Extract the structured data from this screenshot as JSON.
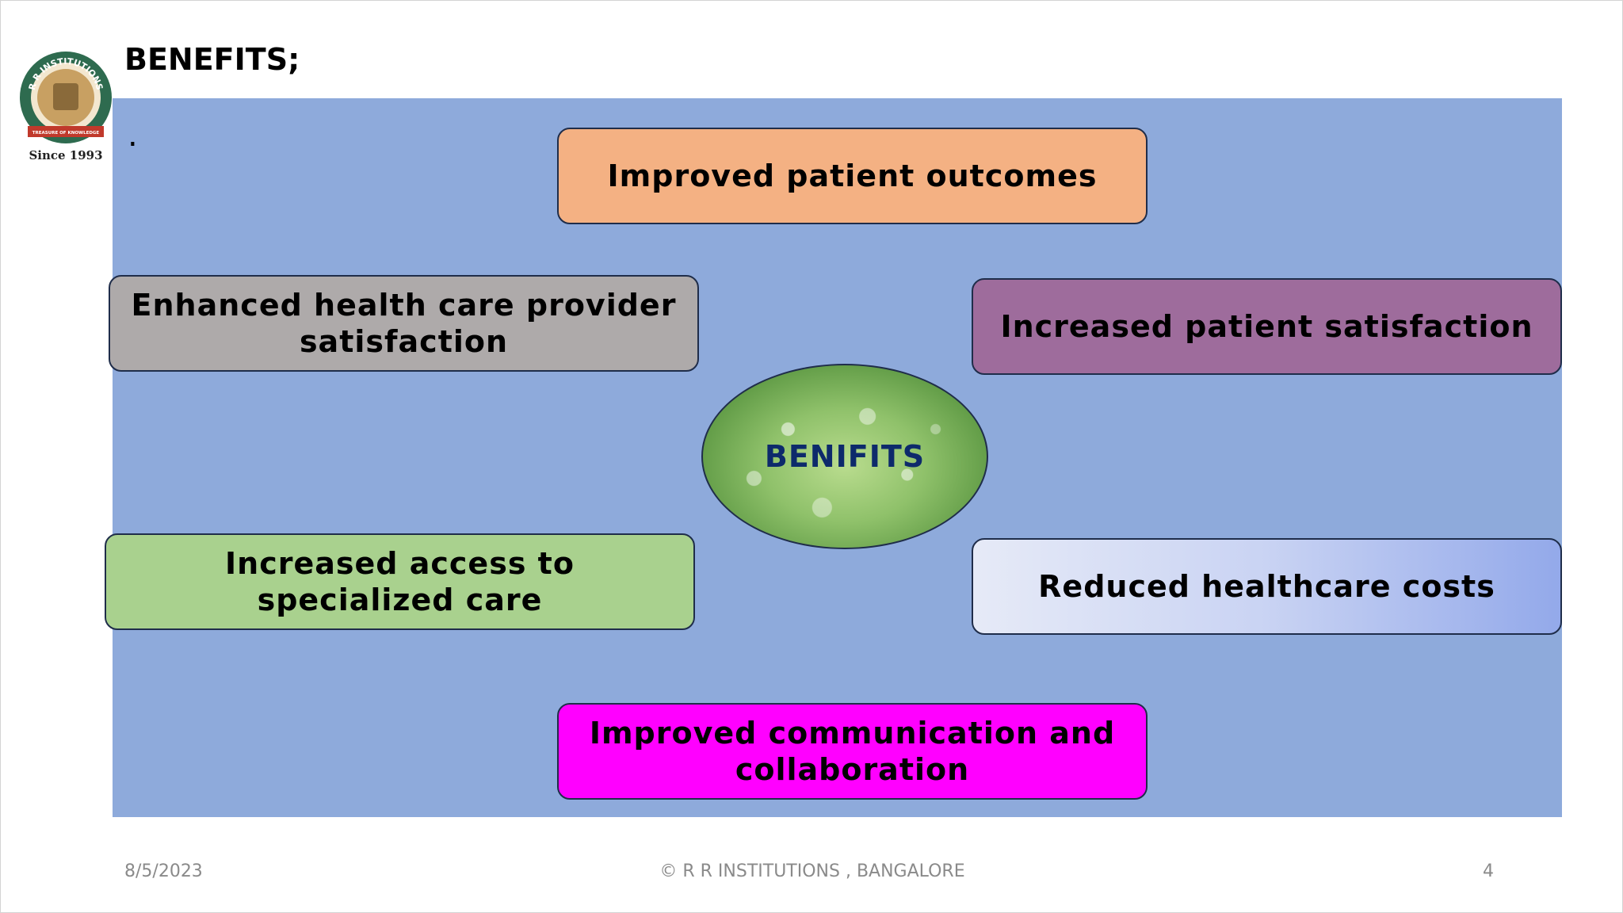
{
  "slide": {
    "title": "BENEFITS;",
    "bullet": "."
  },
  "logo": {
    "top_text": "R R INSTITUTIONS",
    "ribbon_text": "TREASURE OF KNOWLEDGE",
    "since_text": "Since 1993",
    "colors": {
      "ring": "#2e6b4f",
      "inner": "#c8a062",
      "ribbon": "#c0392b"
    }
  },
  "diagram": {
    "center_label": "BENIFITS",
    "boxes": {
      "top": "Improved patient outcomes",
      "left_top": "Enhanced health care provider satisfaction",
      "right_top": "Increased patient satisfaction",
      "left_bottom": "Increased access to specialized care",
      "right_bottom": "Reduced healthcare costs",
      "bottom": "Improved communication and collaboration"
    },
    "colors": {
      "panel": "#8eaadb",
      "top": "#f4b183",
      "left_top": "#aeaaaa",
      "right_top": "#9e6c9c",
      "left_bottom": "#a9d18e",
      "right_bottom": "#c9d3f3",
      "bottom": "#ff00ff"
    }
  },
  "footer": {
    "date": "8/5/2023",
    "center": "© R R INSTITUTIONS , BANGALORE",
    "page": "4"
  }
}
